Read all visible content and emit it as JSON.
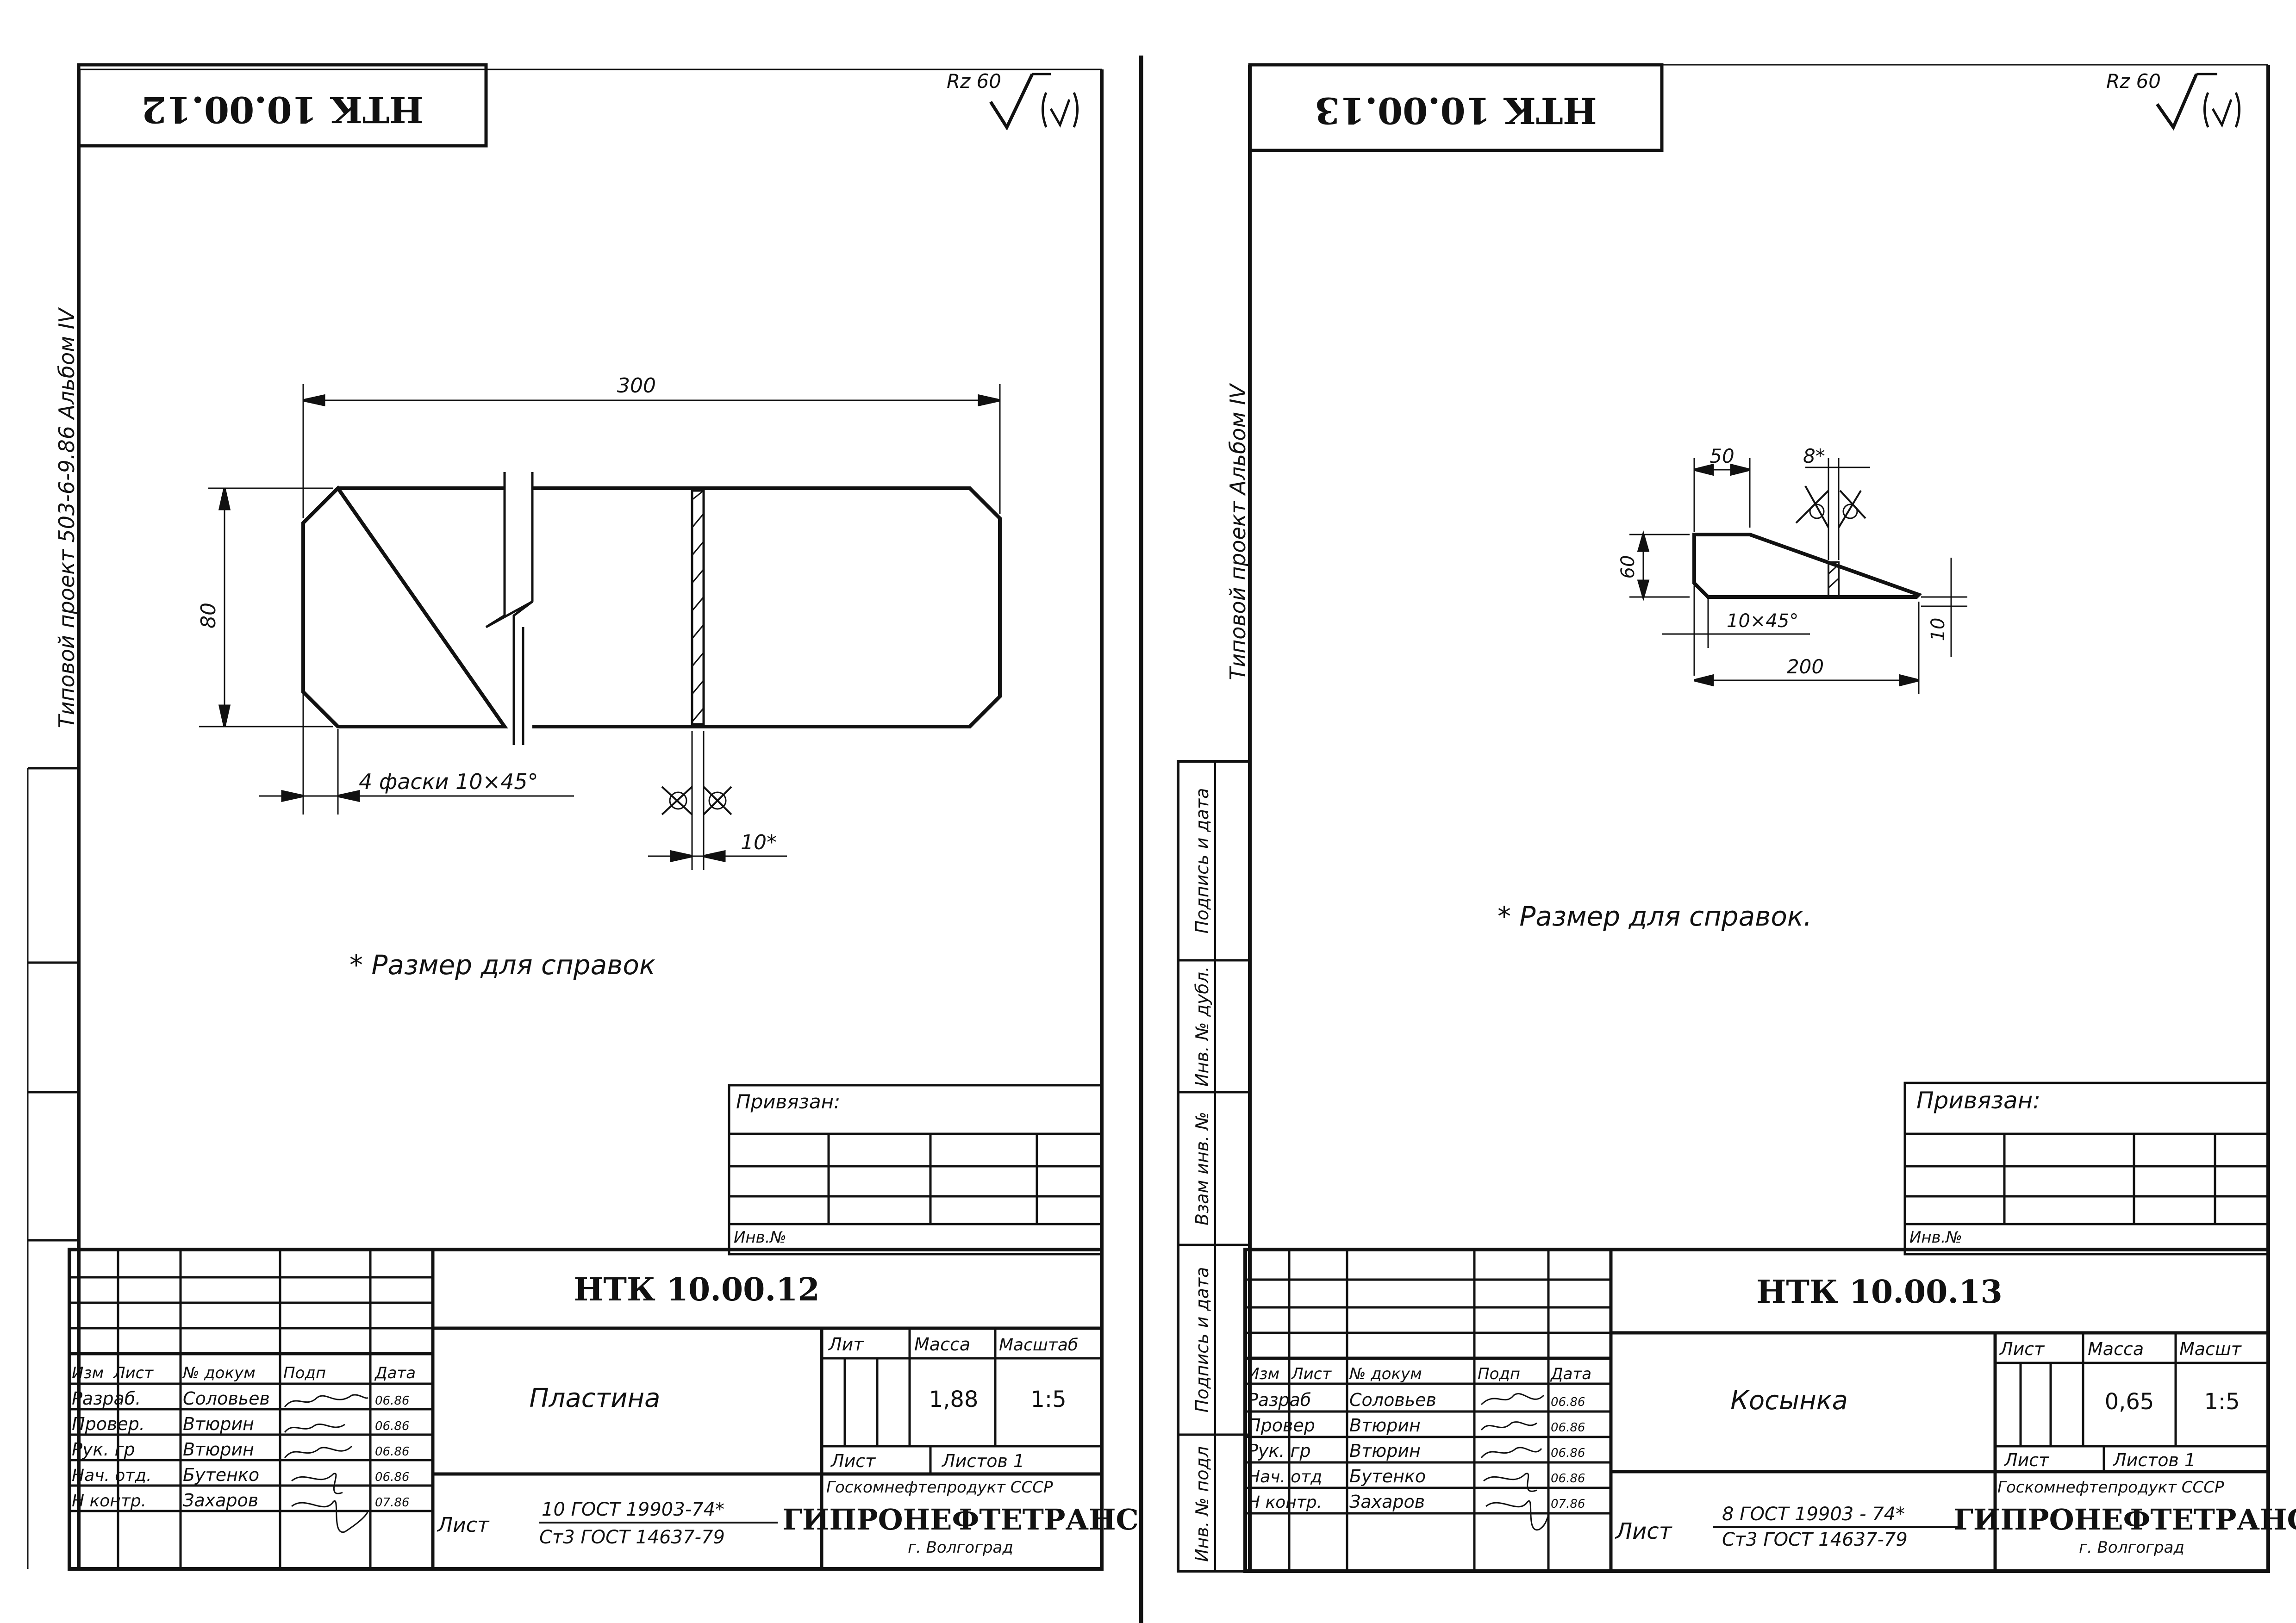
{
  "sheets": [
    {
      "id": "left",
      "header_code": "НТК 10.00.12",
      "album_note": "Типовой проект 503-6-9.86 Альбом IV",
      "roughness": {
        "value": "Rz 60",
        "symbol": "(√)"
      },
      "drawing": {
        "dim_length": "300",
        "dim_height": "80",
        "chamfer_note": "4 фаски 10×45°",
        "weld_dim": "10*"
      },
      "reference_note": "* Размер для справок",
      "binding": {
        "label": "Привязан:",
        "inv_label": "Инв.№"
      },
      "title_block": {
        "code": "НТК 10.00.12",
        "name": "Пластина",
        "headers": [
          "Изм",
          "Лист",
          "№ докум",
          "Подп",
          "Дата"
        ],
        "people": [
          {
            "role": "Разраб.",
            "name": "Соловьев",
            "date": "06.86"
          },
          {
            "role": "Провер.",
            "name": "Втюрин",
            "date": "06.86"
          },
          {
            "role": "Рук. гр",
            "name": "Втюрин",
            "date": "06.86"
          },
          {
            "role": "Нач. отд.",
            "name": "Бутенко",
            "date": "06.86"
          },
          {
            "role": "Н контр.",
            "name": "Захаров",
            "date": "07.86"
          }
        ],
        "lit_label": "Лит",
        "mass_label": "Масса",
        "scale_label": "Масштаб",
        "mass": "1,88",
        "scale": "1:5",
        "sheet_label": "Лист",
        "sheets_label": "Листов 1",
        "material_label": "Лист",
        "material_top": "10 ГОСТ 19903-74*",
        "material_bottom": "Ст3 ГОСТ 14637-79",
        "org_top": "Госкомнефтепродукт СССР",
        "org_name": "ГИПРОНЕФТЕТРАНС",
        "org_city": "г. Волгоград"
      }
    },
    {
      "id": "right",
      "header_code": "НТК 10.00.13",
      "album_note": "Типовой проект Альбом IV",
      "roughness": {
        "value": "Rz 60",
        "symbol": "(√)"
      },
      "drawing": {
        "dim_top": "50",
        "dim_weld": "8*",
        "dim_height": "60",
        "chamfer_note": "10×45°",
        "dim_end": "10",
        "dim_length": "200"
      },
      "reference_note": "* Размер для справок.",
      "binding": {
        "label": "Привязан:",
        "inv_label": "Инв.№"
      },
      "side_stamps": [
        "Подпись и дата",
        "Инв. № дубл.",
        "Взам инв. №",
        "Подпись и дата",
        "Инв. № подл"
      ],
      "title_block": {
        "code": "НТК 10.00.13",
        "name": "Косынка",
        "headers": [
          "Изм",
          "Лист",
          "№ докум",
          "Подп",
          "Дата"
        ],
        "people": [
          {
            "role": "Разраб",
            "name": "Соловьев",
            "date": "06.86"
          },
          {
            "role": "Провер",
            "name": "Втюрин",
            "date": "06.86"
          },
          {
            "role": "Рук. гр",
            "name": "Втюрин",
            "date": "06.86"
          },
          {
            "role": "Нач. отд",
            "name": "Бутенко",
            "date": "06.86"
          },
          {
            "role": "Н контр.",
            "name": "Захаров",
            "date": "07.86"
          }
        ],
        "lit_label": "Лист",
        "mass_label": "Масса",
        "scale_label": "Масшт",
        "mass": "0,65",
        "scale": "1:5",
        "sheet_label": "Лист",
        "sheets_label": "Листов 1",
        "material_label": "Лист",
        "material_top": "8 ГОСТ 19903 - 74*",
        "material_bottom": "Ст3 ГОСТ 14637-79",
        "org_top": "Госкомнефтепродукт СССР",
        "org_name": "ГИПРОНЕФТЕТРАНС",
        "org_city": "г. Волгоград"
      }
    }
  ]
}
